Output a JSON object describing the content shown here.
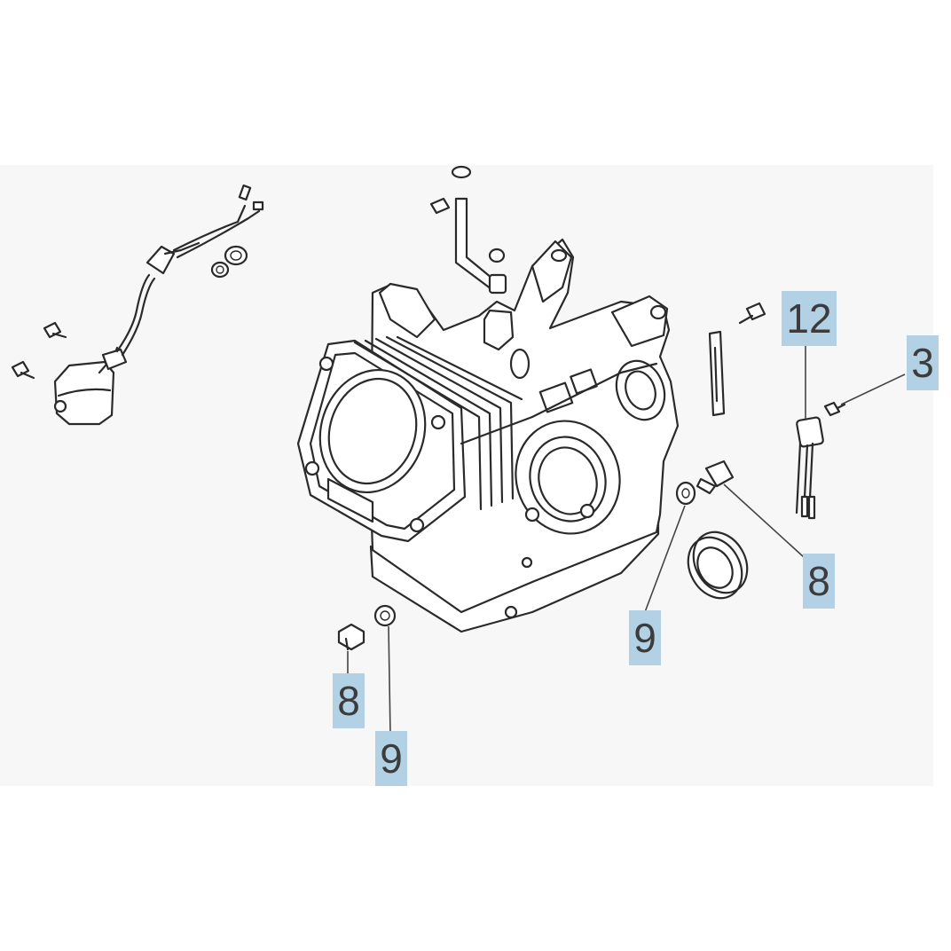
{
  "diagram": {
    "callouts": [
      {
        "id": "c12",
        "label": "12"
      },
      {
        "id": "c3",
        "label": "3"
      },
      {
        "id": "c8a",
        "label": "8"
      },
      {
        "id": "c9a",
        "label": "9"
      },
      {
        "id": "c8b",
        "label": "8"
      },
      {
        "id": "c9b",
        "label": "9"
      }
    ]
  },
  "colors": {
    "panel": "#f7f7f7",
    "callout_bg": "#b3d1e5",
    "callout_text": "#3c3c3c",
    "line": "#2a2a2a"
  }
}
